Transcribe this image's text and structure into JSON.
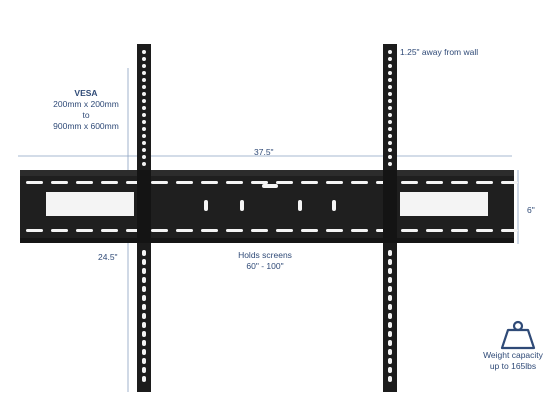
{
  "annotations": {
    "vesa_title": "VESA",
    "vesa_line1": "200mm x 200mm",
    "vesa_line2": "to",
    "vesa_line3": "900mm x 600mm",
    "wall_distance": "1.25\" away from wall",
    "width": "37.5\"",
    "height": "6\"",
    "arm_length": "24.5\"",
    "holds_line1": "Holds screens",
    "holds_line2": "60\" - 100\"",
    "weight_line1": "Weight capacity",
    "weight_line2": "up to 165lbs"
  },
  "icons": {
    "weight": "weight-icon"
  },
  "colors": {
    "annotation": "#2f4a77",
    "metal": "#1c1c1c",
    "slot": "#f4f4f4"
  }
}
